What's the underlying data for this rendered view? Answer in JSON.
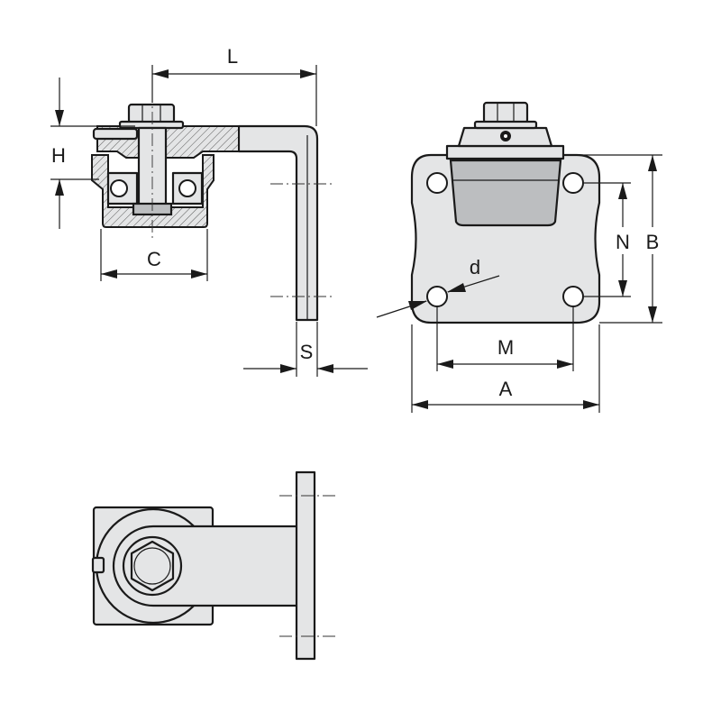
{
  "dimensions": {
    "L": "L",
    "H": "H",
    "C": "C",
    "S": "S",
    "d": "d",
    "N": "N",
    "B": "B",
    "M": "M",
    "A": "A"
  }
}
